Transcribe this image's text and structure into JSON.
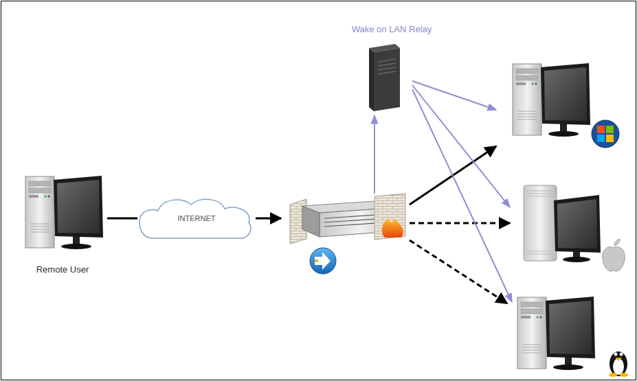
{
  "diagram": {
    "nodes": [
      {
        "text": [
          "Remote User"
        ]
      },
      {
        "text": [
          "INTERNET"
        ]
      },
      {
        "text": [
          "Wake on LAN Relay"
        ]
      }
    ],
    "edges": [
      {
        "from": 0,
        "to": 1,
        "arrow": "none"
      }
    ]
  }
}
